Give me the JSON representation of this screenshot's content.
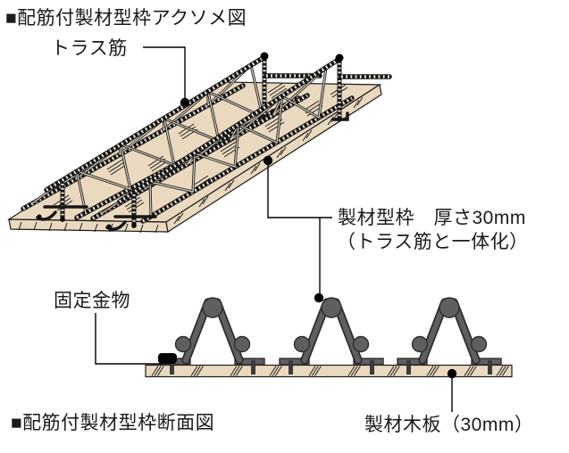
{
  "titles": {
    "axon": "■配筋付製材型枠アクソメ図",
    "section": "■配筋付製材型枠断面図"
  },
  "labels": {
    "truss": "トラス筋",
    "formwork_line1": "製材型枠　厚さ30mm",
    "formwork_line2": "（トラス筋と一体化）",
    "fixing": "固定金物",
    "board": "製材木板（30mm）"
  },
  "colors": {
    "background": "#ffffff",
    "wood": "#ebd9bf",
    "outline": "#1a1a1a",
    "steel_fill": "#5f5f5f",
    "steel_outline": "#2d2d2d",
    "rebar_dark": "#161616",
    "leader_black": "#000000"
  }
}
